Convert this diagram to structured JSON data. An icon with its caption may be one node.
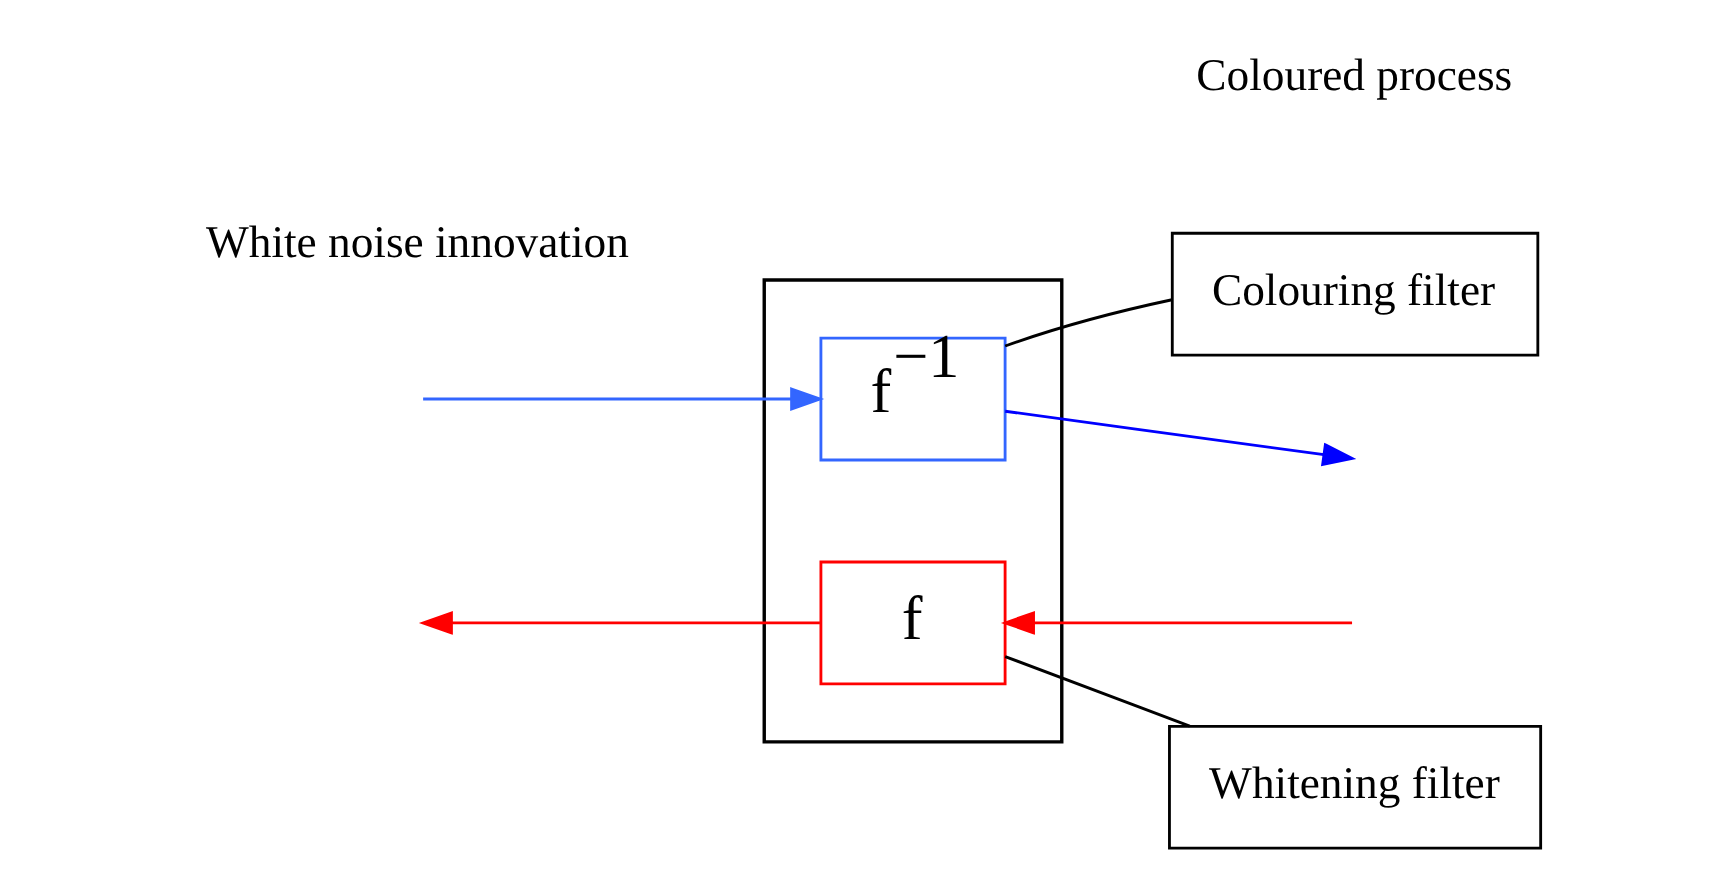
{
  "diagram": {
    "nodes": [
      {
        "text": [],
        "shape": "box"
      },
      {
        "text": [
          "f$^{−1}$"
        ],
        "in": 0
      },
      {
        "text": [
          "f"
        ],
        "in": 0
      },
      {
        "text": [
          "Colouring filter"
        ]
      },
      {
        "text": [
          "Whitening filter"
        ]
      }
    ],
    "edges": [
      {
        "from": null,
        "to": 1,
        "arrow": "to",
        "color": "#3366ff"
      },
      {
        "from": 1,
        "to": null,
        "arrow": "to",
        "color": "#0000ff"
      },
      {
        "from": 2,
        "to": null,
        "arrow": "to",
        "color": "#ff0000"
      },
      {
        "from": null,
        "to": 2,
        "arrow": "to",
        "color": "#ff0000"
      },
      {
        "from": 3,
        "to": 1,
        "arrow": "none",
        "color": "#000000"
      },
      {
        "from": 4,
        "to": 2,
        "arrow": "none",
        "color": "#000000"
      }
    ],
    "labels": [
      "White noise innovation",
      "Coloured process"
    ]
  }
}
